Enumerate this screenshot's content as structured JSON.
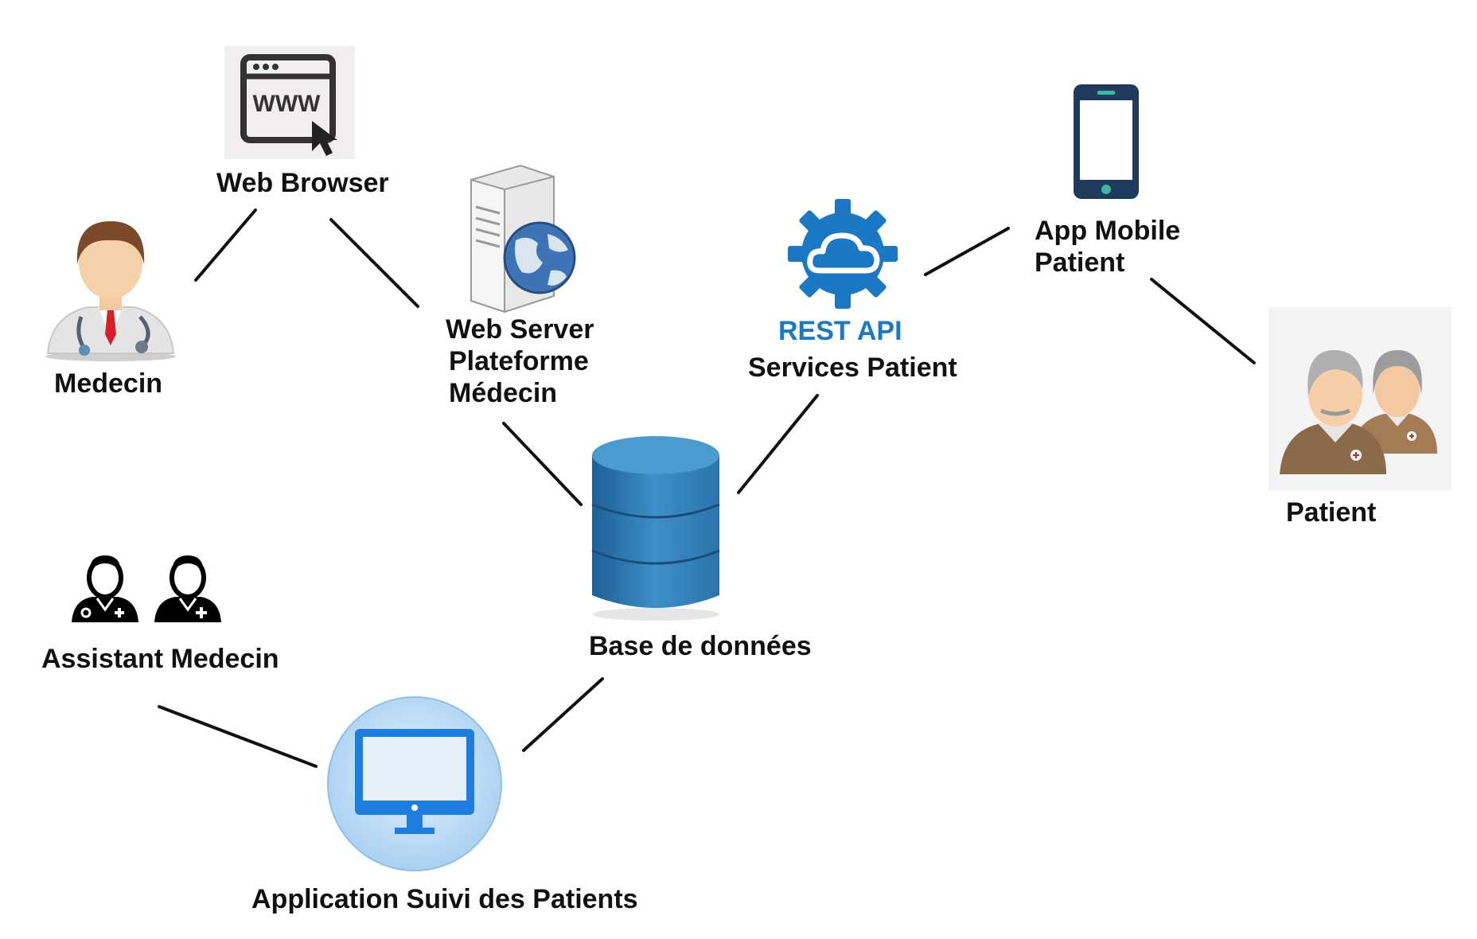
{
  "nodes": {
    "web_browser": {
      "label": "Web Browser",
      "icon": "www-browser-icon"
    },
    "medecin": {
      "label": "Medecin",
      "icon": "doctor-icon"
    },
    "web_server": {
      "lines": [
        "Web Server",
        "Plateforme",
        "Médecin"
      ],
      "icon": "server-globe-icon"
    },
    "rest_api": {
      "title": "REST API",
      "subtitle": "Services Patient",
      "icon": "cloud-gear-icon"
    },
    "app_mobile": {
      "lines": [
        "App Mobile",
        "Patient"
      ],
      "icon": "smartphone-icon"
    },
    "patient": {
      "label": "Patient",
      "icon": "elderly-couple-icon"
    },
    "assistant": {
      "label": "Assistant Medecin",
      "icon": "medical-staff-icon"
    },
    "database": {
      "label": "Base de données",
      "icon": "database-cylinder-icon"
    },
    "desktop_app": {
      "label": "Application Suivi des Patients",
      "icon": "desktop-monitor-icon"
    }
  },
  "edges": [
    {
      "from": "medecin",
      "to": "web_browser"
    },
    {
      "from": "web_browser",
      "to": "web_server"
    },
    {
      "from": "web_server",
      "to": "database"
    },
    {
      "from": "database",
      "to": "rest_api"
    },
    {
      "from": "rest_api",
      "to": "app_mobile"
    },
    {
      "from": "app_mobile",
      "to": "patient"
    },
    {
      "from": "assistant",
      "to": "desktop_app"
    },
    {
      "from": "desktop_app",
      "to": "database"
    }
  ],
  "colors": {
    "accent_blue": "#1b78c4",
    "line": "#111111",
    "db_blue": "#2f78b0",
    "phone_navy": "#1e3a5c"
  }
}
